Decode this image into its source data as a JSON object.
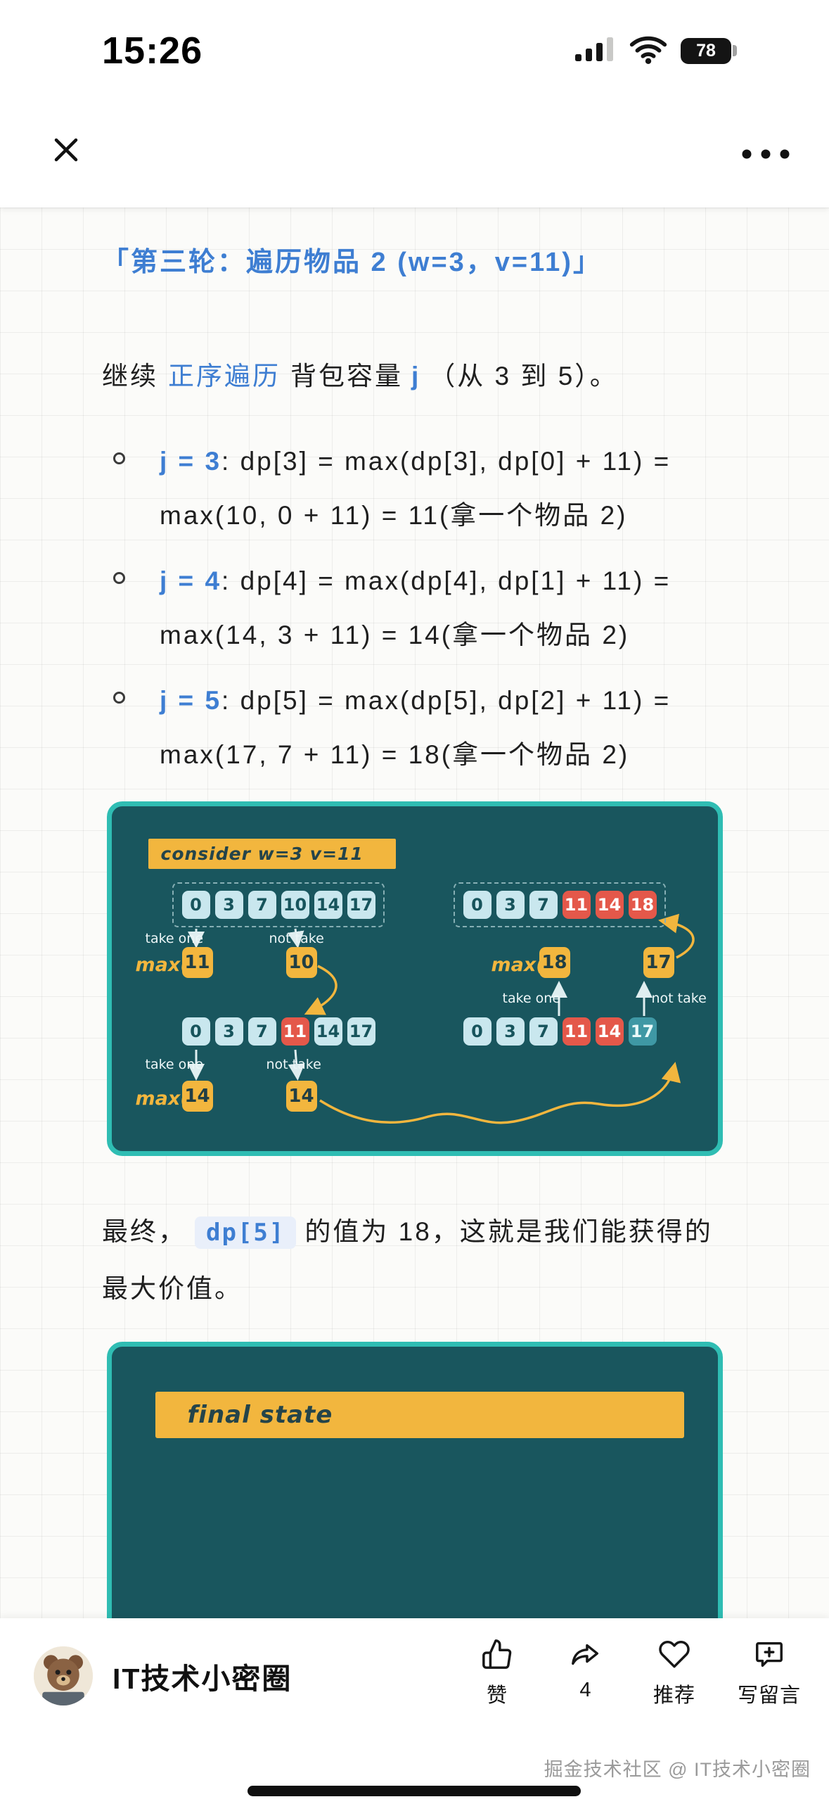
{
  "status_bar": {
    "time": "15:26",
    "battery": "78"
  },
  "article": {
    "heading": "「第三轮：遍历物品 2 (w=3，v=11)」",
    "intro": {
      "pre": "继续",
      "link": "正序遍历",
      "mid": "背包容量",
      "var": "j",
      "post": "（从 3 到 5）。"
    },
    "list": [
      {
        "label": "j = 3",
        "text": ": dp[3] = max(dp[3], dp[0] + 11) = max(10, 0 + 11) = 11(拿一个物品 2)"
      },
      {
        "label": "j = 4",
        "text": ": dp[4] = max(dp[4], dp[1] + 11) = max(14, 3 + 11) = 14(拿一个物品 2)"
      },
      {
        "label": "j = 5",
        "text": ": dp[5] = max(dp[5], dp[2] + 11) = max(17, 7 + 11) = 18(拿一个物品 2)"
      }
    ],
    "outro": {
      "pre": "最终，",
      "code": "dp[5]",
      "post": "的值为 18，这就是我们能获得的最大价值。"
    }
  },
  "diagram1": {
    "banner": "consider w=3 v=11",
    "max_label": "max(",
    "take_one": "take one",
    "not_take": "not take",
    "left_top": [
      "0",
      "3",
      "7",
      "10",
      "14",
      "17"
    ],
    "left_bottom": [
      "0",
      "3",
      "7",
      "11",
      "14",
      "17"
    ],
    "right_top": [
      "0",
      "3",
      "7",
      "11",
      "14",
      "18"
    ],
    "right_bottom": [
      "0",
      "3",
      "7",
      "11",
      "14",
      "17"
    ],
    "left_max1": [
      "11",
      "10"
    ],
    "left_max2": [
      "14",
      "14"
    ],
    "right_max": [
      "18",
      "17"
    ]
  },
  "diagram2": {
    "banner": "final state"
  },
  "footer": {
    "author": "IT技术小密圈",
    "actions": [
      {
        "label": "赞"
      },
      {
        "label": "4"
      },
      {
        "label": "推荐"
      },
      {
        "label": "写留言"
      }
    ],
    "watermark": "掘金技术社区 @ IT技术小密圈"
  },
  "colors": {
    "accent_blue": "#3e7ed2",
    "diagram_bg": "#19565e",
    "diagram_border": "#2fbdb3",
    "yellow": "#f2b63e",
    "cell_blue": "#c9e7ee",
    "cell_red": "#e4584a",
    "cell_teal": "#3f98a5"
  }
}
